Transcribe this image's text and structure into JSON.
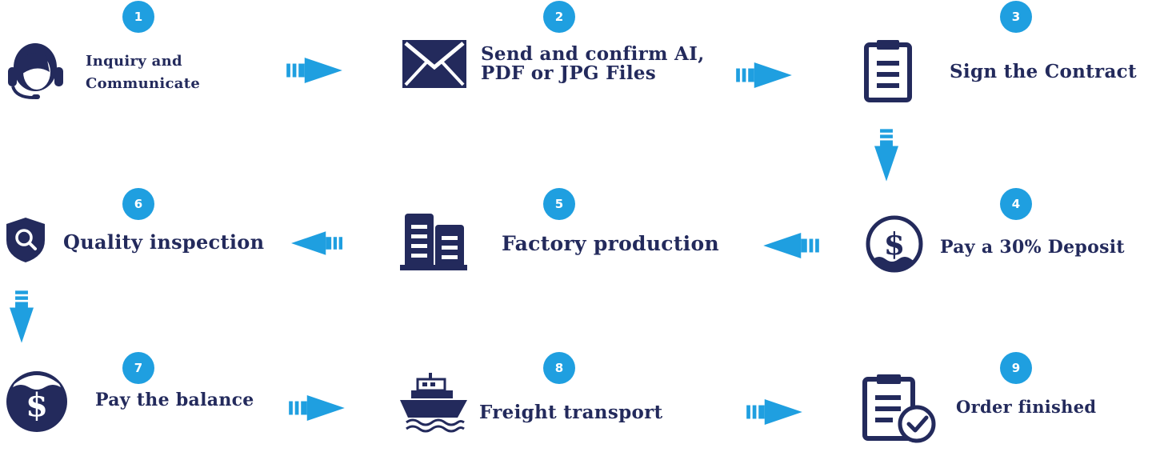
{
  "steps": [
    {
      "number": "1",
      "label_line1": "Inquiry  and",
      "label_line2": "Communicate",
      "icon": "headset-icon"
    },
    {
      "number": "2",
      "label_line1": "Send and confirm AI,",
      "label_line2": "PDF or JPG Files",
      "icon": "envelope-icon"
    },
    {
      "number": "3",
      "label": "Sign the Contract",
      "icon": "clipboard-icon"
    },
    {
      "number": "4",
      "label": "Pay a 30% Deposit",
      "icon": "dollar-coin-icon"
    },
    {
      "number": "5",
      "label": "Factory production",
      "icon": "factory-buildings-icon"
    },
    {
      "number": "6",
      "label": "Quality inspection",
      "icon": "shield-search-icon"
    },
    {
      "number": "7",
      "label": "Pay the balance",
      "icon": "dollar-coin-icon"
    },
    {
      "number": "8",
      "label": "Freight transport",
      "icon": "cargo-ship-icon"
    },
    {
      "number": "9",
      "label": "Order finished",
      "icon": "clipboard-check-icon"
    }
  ],
  "colors": {
    "badge": "#1f9fe0",
    "icon": "#232a5c",
    "text": "#232a5c",
    "arrow": "#1f9fe0"
  }
}
